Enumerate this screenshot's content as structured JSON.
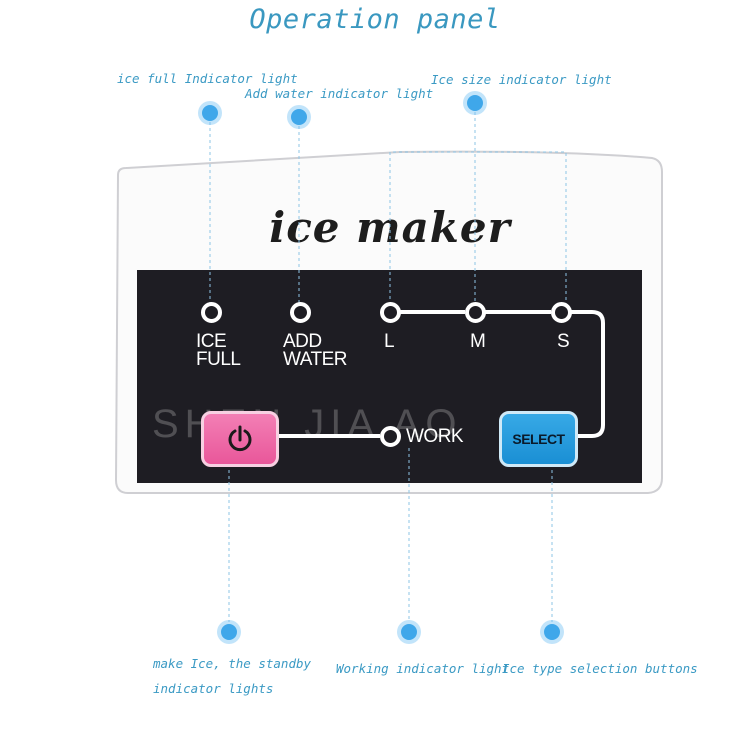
{
  "title": "Operation panel",
  "brand": "ice  maker",
  "watermark": "SHEN JIA AO",
  "callouts": {
    "ice_full": "ice full Indicator light",
    "add_water": "Add water indicator light",
    "ice_size": "Ice size indicator light",
    "make_ice_1": "make Ice, the standby",
    "make_ice_2": "indicator lights",
    "working": "Working indicator light",
    "ice_type": "Ice type selection buttons"
  },
  "panel": {
    "ice_full_1": "ICE",
    "ice_full_2": "FULL",
    "add_water_1": "ADD",
    "add_water_2": "WATER",
    "size_l": "L",
    "size_m": "M",
    "size_s": "S",
    "work": "WORK",
    "select": "SELECT"
  },
  "colors": {
    "accent": "#3b9ac4",
    "dot": "#3fa7ea",
    "power": "#e9579a",
    "select": "#1a8fd4",
    "panel": "#1e1d23"
  },
  "icons": {
    "power": "power-icon"
  }
}
